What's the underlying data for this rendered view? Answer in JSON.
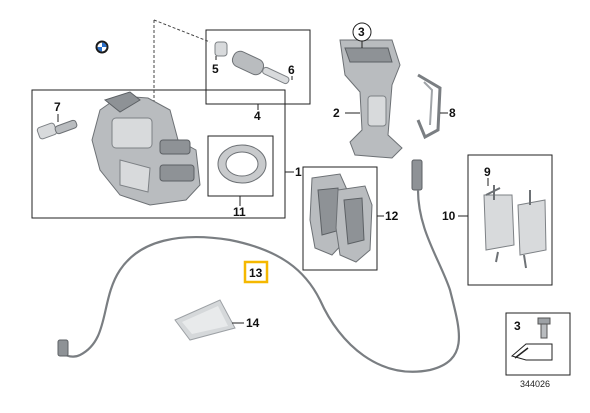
{
  "callouts": {
    "c1": "1",
    "c2": "2",
    "c3": "3",
    "c4": "4",
    "c5": "5",
    "c6": "6",
    "c7": "7",
    "c8": "8",
    "c9": "9",
    "c10": "10",
    "c11": "11",
    "c12": "12",
    "c13": "13",
    "c14": "14",
    "legend_num": "3"
  },
  "diagram_code": "344026",
  "colors": {
    "highlight": "#f5b800",
    "part_gray": "#b9bcbf",
    "line": "#222222"
  },
  "icons": {
    "brand": "bmw-logo-icon",
    "legend": "bolt-icon"
  }
}
